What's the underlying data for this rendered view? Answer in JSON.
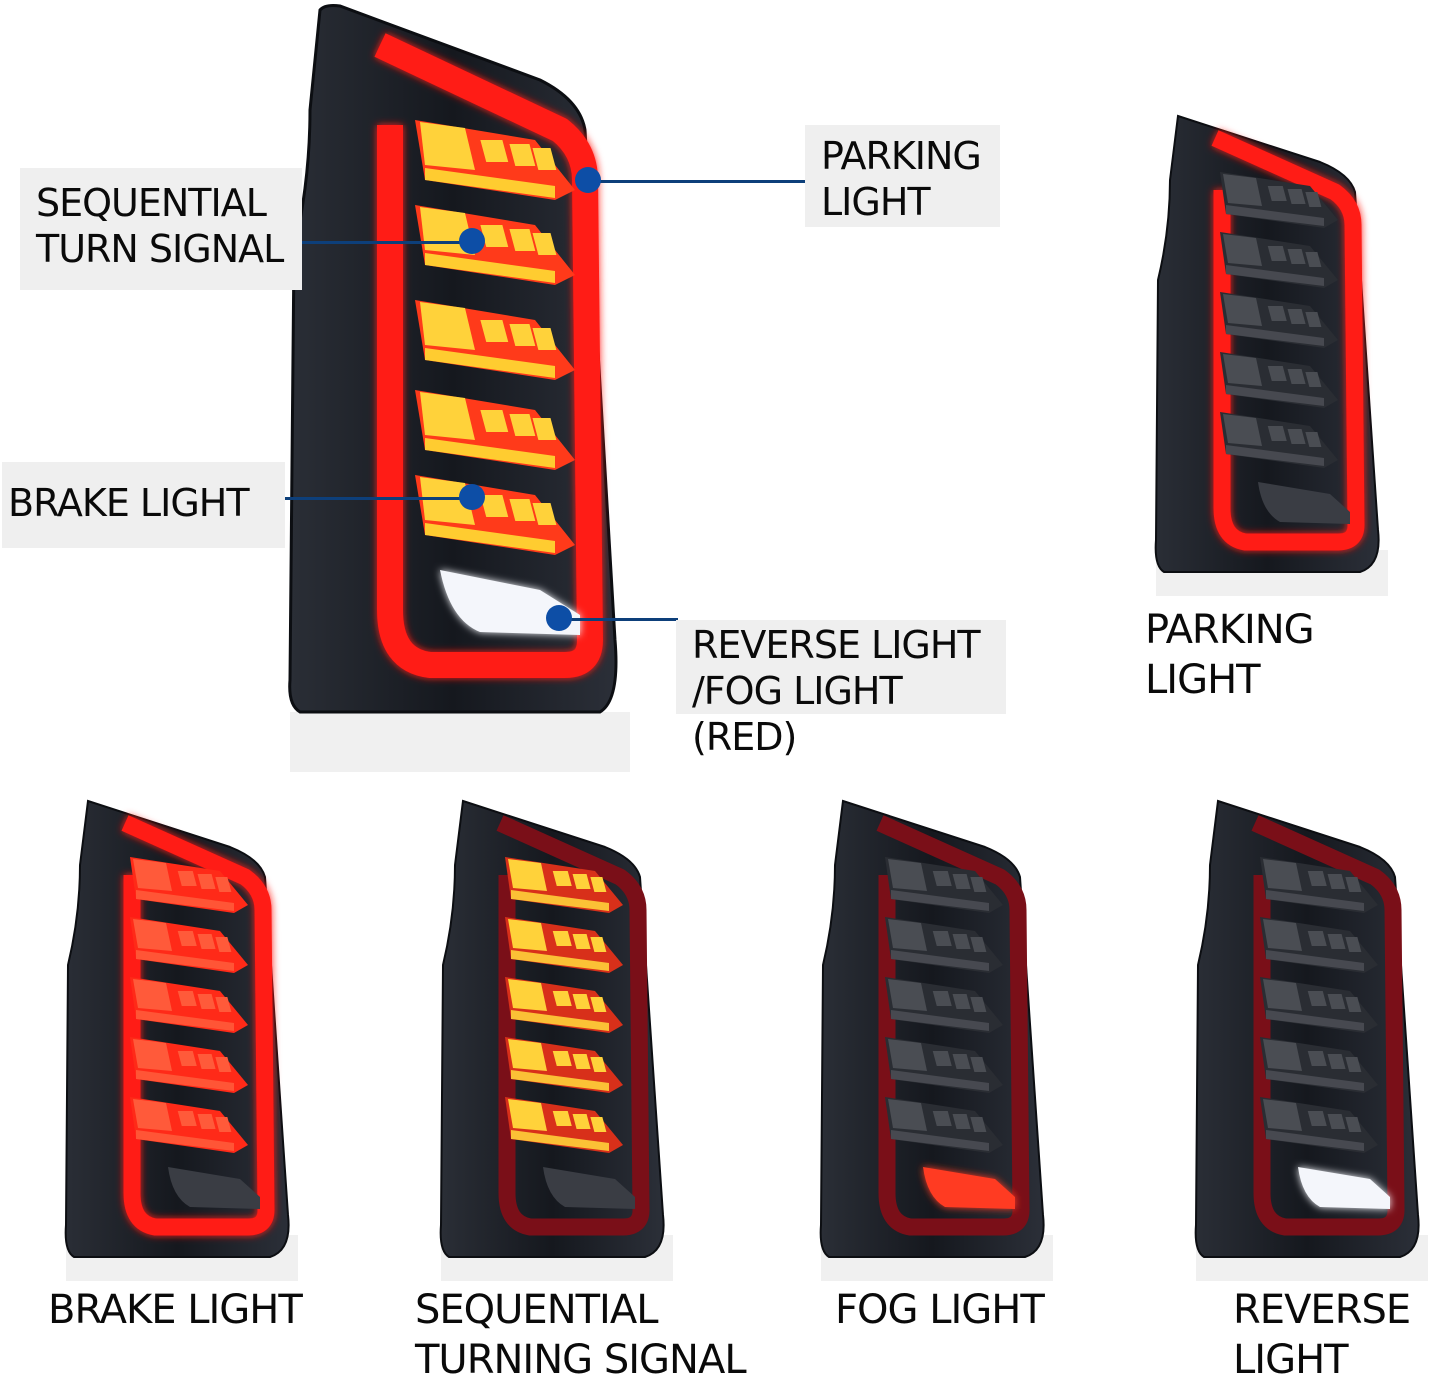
{
  "colors": {
    "callout": "#0d4ea6",
    "callout_line": "#0d3f7a",
    "label_bg": "#efefef",
    "housing": "#1c1f26",
    "red_on": "#ff1a12",
    "red_dim": "#7a0f18",
    "amber_on": "#ffd23a",
    "segment_off": "#4a4d53",
    "white_on": "#f4f6fb"
  },
  "main_lamp": {
    "name": "Main annotated tail light",
    "callouts": [
      {
        "id": "parking",
        "label": "PARKING\nLIGHT"
      },
      {
        "id": "sequential",
        "label": "SEQUENTIAL\nTURN SIGNAL"
      },
      {
        "id": "brake",
        "label": "BRAKE LIGHT"
      },
      {
        "id": "reverse_fog",
        "label": "REVERSE LIGHT\n/FOG LIGHT (RED)"
      }
    ]
  },
  "function_views": [
    {
      "id": "parking",
      "caption": "PARKING LIGHT",
      "bar": "on",
      "segments": "off",
      "lower": "off"
    },
    {
      "id": "brake",
      "caption": "BRAKE LIGHT",
      "bar": "on",
      "segments": "red",
      "lower": "off"
    },
    {
      "id": "sequential",
      "caption": "SEQUENTIAL\nTURNING SIGNAL",
      "bar": "dim",
      "segments": "amber",
      "lower": "off"
    },
    {
      "id": "fog",
      "caption": "FOG LIGHT",
      "bar": "dim",
      "segments": "off",
      "lower": "red"
    },
    {
      "id": "reverse",
      "caption": "REVERSE\nLIGHT",
      "bar": "dim",
      "segments": "off",
      "lower": "white"
    }
  ],
  "segment_count": 5
}
